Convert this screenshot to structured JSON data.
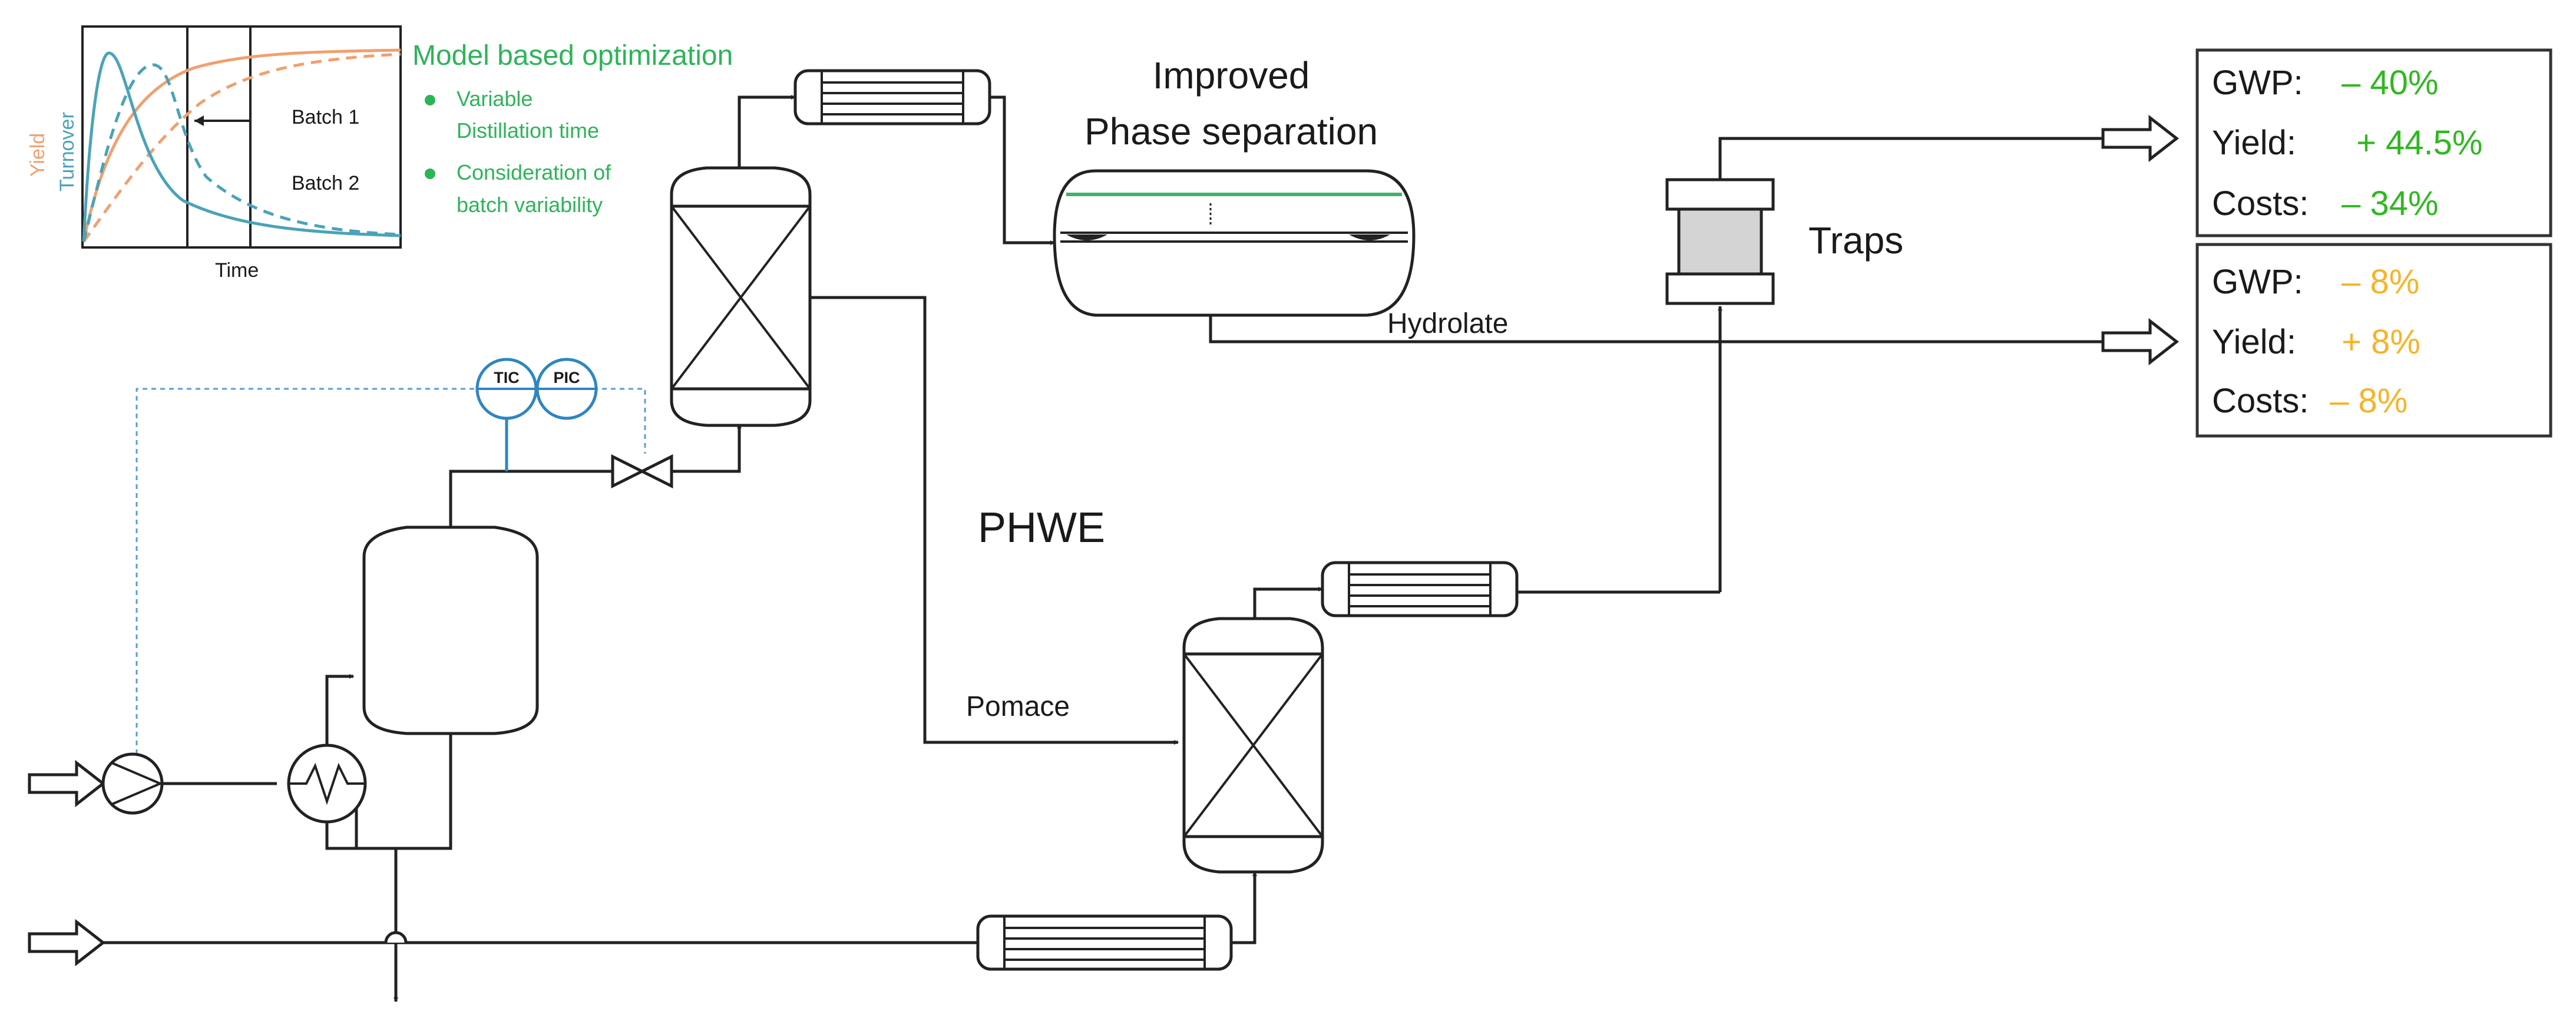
{
  "inset_plot": {
    "ylabel_yield": "Yield",
    "ylabel_turnover": "Turnover",
    "xlabel": "Time",
    "batch1": "Batch 1",
    "batch2": "Batch 2"
  },
  "optimization": {
    "title": "Model based optimization",
    "bullet1_line1": "Variable",
    "bullet1_line2": "Distillation time",
    "bullet2_line1": "Consideration of",
    "bullet2_line2": "batch variability"
  },
  "labels": {
    "phase_sep_line1": "Improved",
    "phase_sep_line2": "Phase separation",
    "hydrolate": "Hydrolate",
    "traps": "Traps",
    "phwe": "PHWE",
    "pomace": "Pomace",
    "tic": "TIC",
    "pic": "PIC"
  },
  "results_top": {
    "gwp_label": "GWP:",
    "gwp_value": "– 40%",
    "yield_label": "Yield:",
    "yield_value": "+ 44.5%",
    "costs_label": "Costs:",
    "costs_value": "– 34%"
  },
  "results_bottom": {
    "gwp_label": "GWP:",
    "gwp_value": "– 8%",
    "yield_label": "Yield:",
    "yield_value": "+ 8%",
    "costs_label": "Costs:",
    "costs_value": "– 8%"
  },
  "colors": {
    "green_improvement": "#2fb81f",
    "orange_improvement": "#f5b428",
    "model_text": "#2db45a",
    "yield_curve": "#f0a070",
    "turnover_curve": "#4aa3b8",
    "control_line": "#5b9bd5"
  }
}
